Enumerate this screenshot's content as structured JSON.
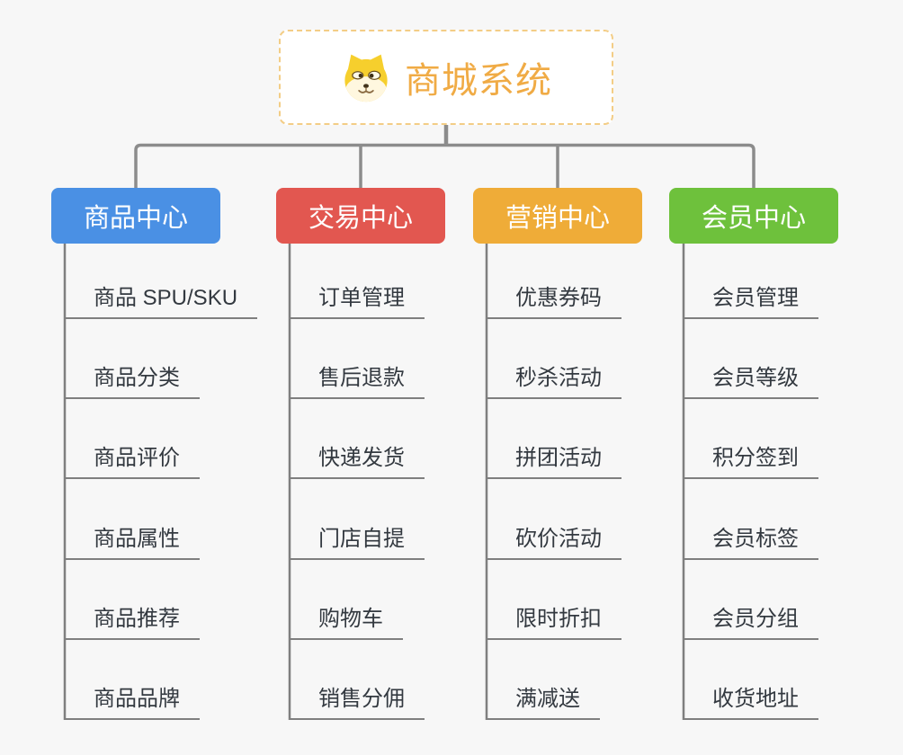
{
  "canvas": {
    "background_color": "#f7f7f7",
    "connector_color": "#8c8c8c",
    "underline_color": "#7f7f7f"
  },
  "root": {
    "title": "商城系统",
    "icon": "dog-face-icon",
    "text_color": "#f0ab45",
    "border_color": "#f3cd86"
  },
  "branches": [
    {
      "label": "商品中心",
      "color": "#4a90e4",
      "children": [
        "商品 SPU/SKU",
        "商品分类",
        "商品评价",
        "商品属性",
        "商品推荐",
        "商品品牌"
      ]
    },
    {
      "label": "交易中心",
      "color": "#e25750",
      "children": [
        "订单管理",
        "售后退款",
        "快递发货",
        "门店自提",
        "购物车",
        "销售分佣"
      ]
    },
    {
      "label": "营销中心",
      "color": "#efac38",
      "children": [
        "优惠券码",
        "秒杀活动",
        "拼团活动",
        "砍价活动",
        "限时折扣",
        "满减送"
      ]
    },
    {
      "label": "会员中心",
      "color": "#6ec13c",
      "children": [
        "会员管理",
        "会员等级",
        "积分签到",
        "会员标签",
        "会员分组",
        "收货地址"
      ]
    }
  ]
}
